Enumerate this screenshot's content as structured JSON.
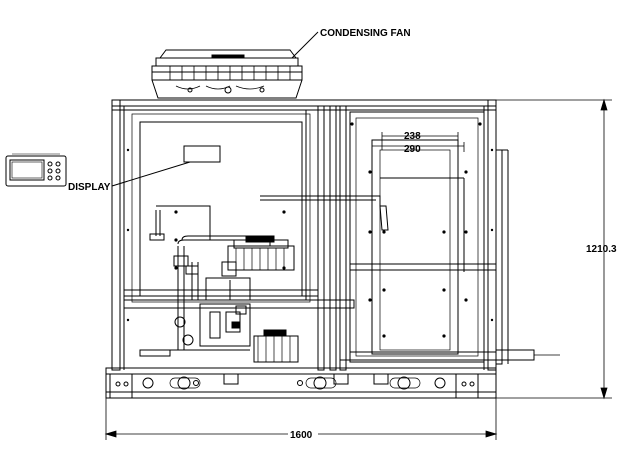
{
  "labels": {
    "condensing_fan": "CONDENSING FAN",
    "display": "DISPLAY"
  },
  "dimensions": {
    "height": "1210.3",
    "width": "1600",
    "inner_outer": "238",
    "inner_inner": "290"
  }
}
